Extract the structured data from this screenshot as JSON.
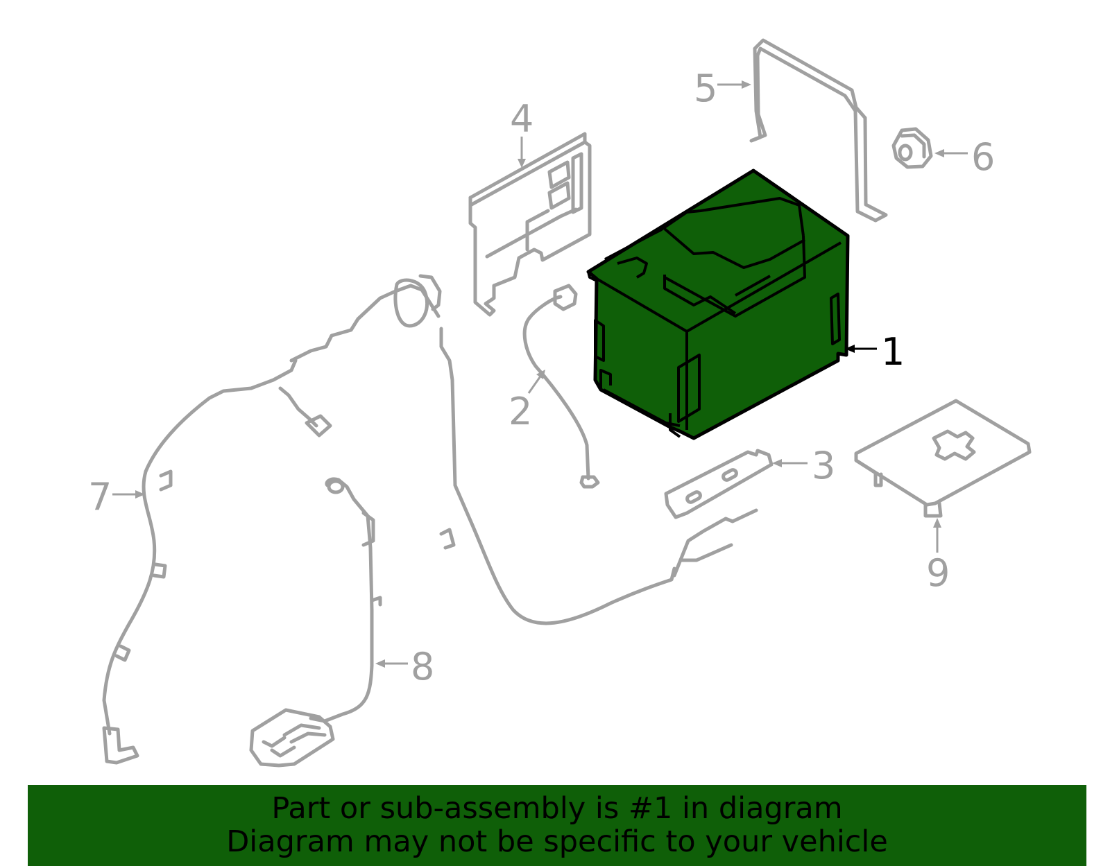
{
  "colors": {
    "part_stroke": "#a0a0a0",
    "highlight_fill": "#0f5f08",
    "highlight_stroke": "#000000",
    "banner_background": "#0f5f08",
    "banner_text": "#000000"
  },
  "callouts": {
    "c1": "1",
    "c2": "2",
    "c3": "3",
    "c4": "4",
    "c5": "5",
    "c6": "6",
    "c7": "7",
    "c8": "8",
    "c9": "9"
  },
  "banner": {
    "line1": "Part or sub-assembly is #1 in diagram",
    "line2": "Diagram may not be specific to your vehicle"
  }
}
